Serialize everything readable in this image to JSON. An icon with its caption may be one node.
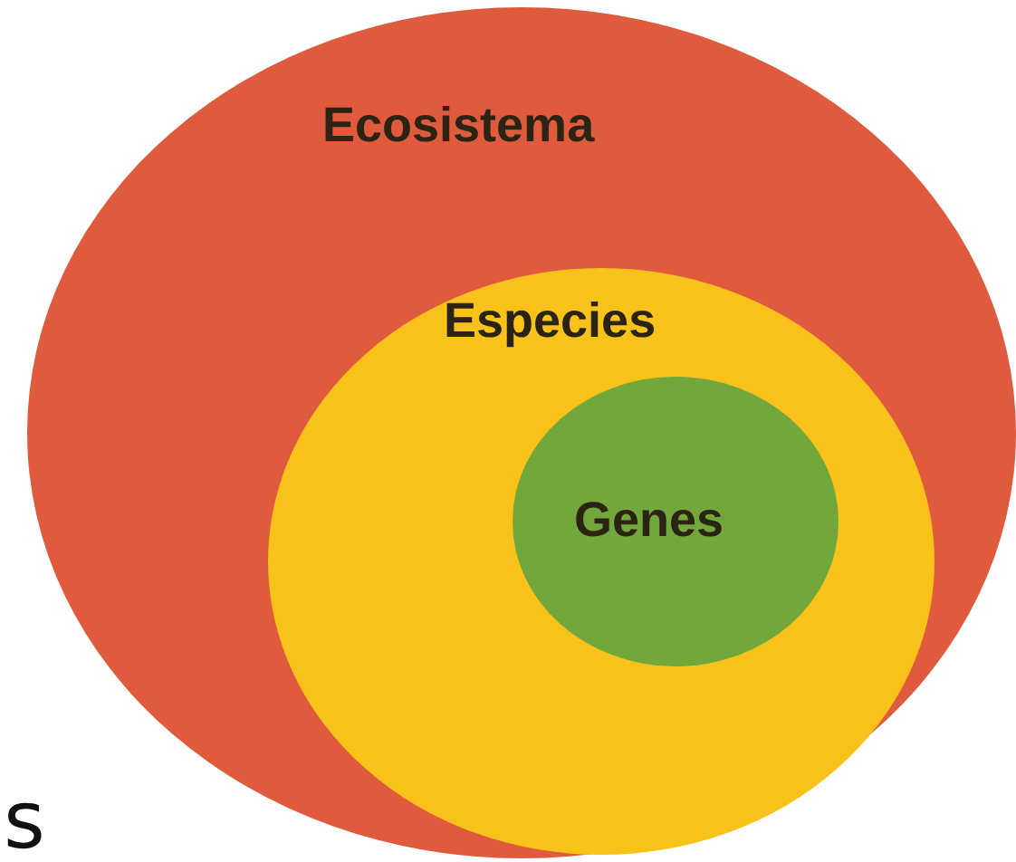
{
  "diagram": {
    "nodes": [
      {
        "text": [
          "Ecosistema"
        ]
      },
      {
        "text": [
          "Especies"
        ],
        "in": 0
      },
      {
        "text": [
          "Genes"
        ],
        "in": 1
      }
    ],
    "edges": [],
    "labels": [
      "s"
    ]
  }
}
